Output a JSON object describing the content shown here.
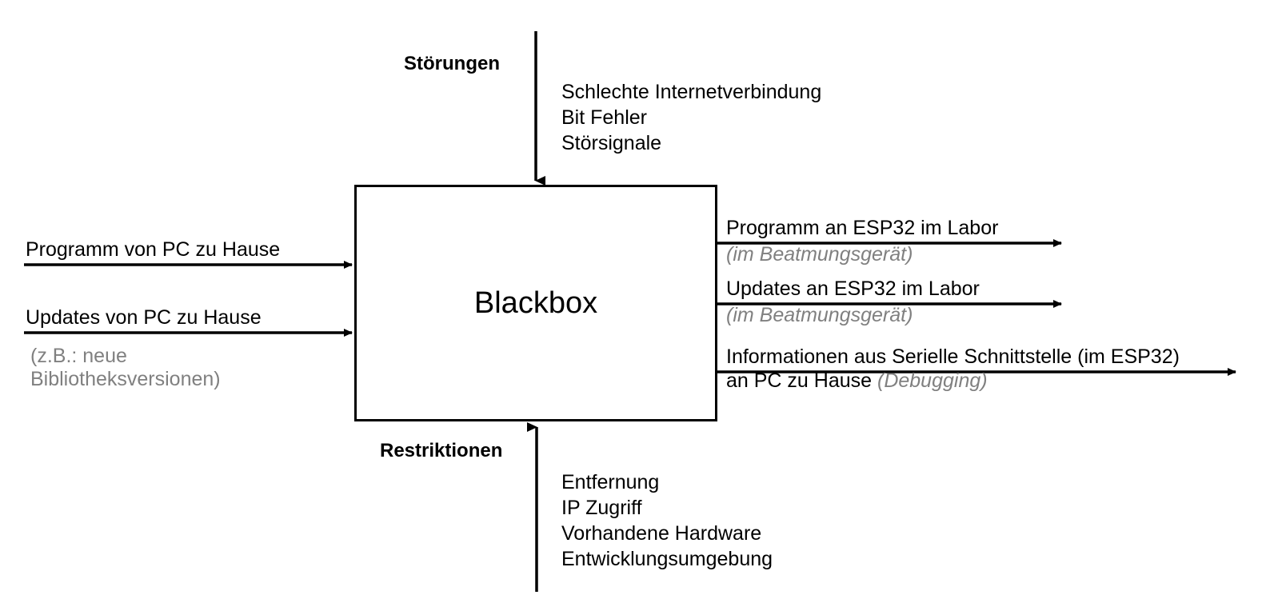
{
  "diagram": {
    "title_text": "Blackbox",
    "colors": {
      "line": "#000000",
      "text": "#000000",
      "muted_text": "#808080",
      "background": "#ffffff"
    },
    "box": {
      "label": "Blackbox"
    },
    "top_channel": {
      "heading": "Störungen",
      "items": [
        "Schlechte Internetverbindung",
        "Bit Fehler",
        "Störsignale"
      ]
    },
    "bottom_channel": {
      "heading": "Restriktionen",
      "items": [
        "Entfernung",
        "IP Zugriff",
        "Vorhandene Hardware",
        "Entwicklungsumgebung"
      ]
    },
    "inputs": [
      {
        "label": "Programm von PC zu Hause",
        "note": ""
      },
      {
        "label": "Updates von PC zu Hause",
        "note_line1": "(z.B.: neue",
        "note_line2": "Bibliotheksversionen)"
      }
    ],
    "outputs": [
      {
        "label": "Programm an ESP32 im Labor",
        "note": "(im Beatmungsgerät)"
      },
      {
        "label": "Updates an ESP32 im Labor",
        "note": "(im Beatmungsgerät)"
      },
      {
        "label_line1": "Informationen aus Serielle Schnittstelle (im ESP32)",
        "label_line2_main": "an PC zu Hause ",
        "label_line2_note": "(Debugging)"
      }
    ]
  }
}
